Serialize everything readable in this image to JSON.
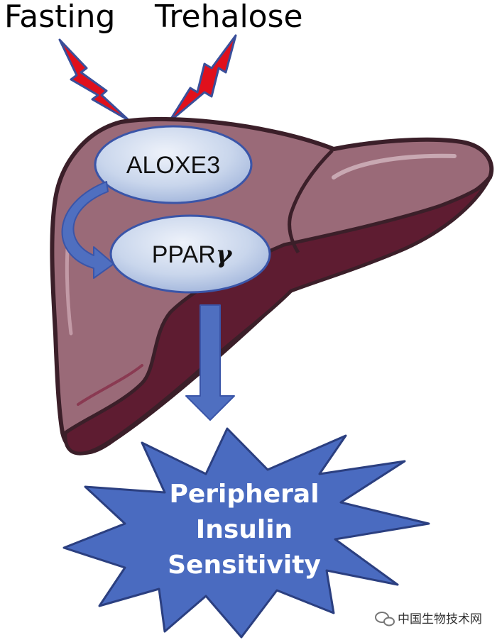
{
  "stimuli": {
    "fasting": "Fasting",
    "trehalose": "Trehalose"
  },
  "nodes": {
    "aloxe3": "ALOXE3",
    "ppar_prefix": "PPAR",
    "ppar_symbol": "γ"
  },
  "outcome": {
    "line1": "Peripheral",
    "line2": "Insulin",
    "line3": "Sensitivity"
  },
  "watermark": "中国生物技术网",
  "colors": {
    "liver_main": "#9a6a78",
    "liver_outline": "#3b1f29",
    "liver_dark": "#5e1c31",
    "ellipse_fill": "#c9d6ec",
    "arrow_blue": "#4f6fc0",
    "starburst": "#4a6bc0",
    "bolt_red": "#e0101c",
    "bolt_outline": "#3a4f9a"
  }
}
